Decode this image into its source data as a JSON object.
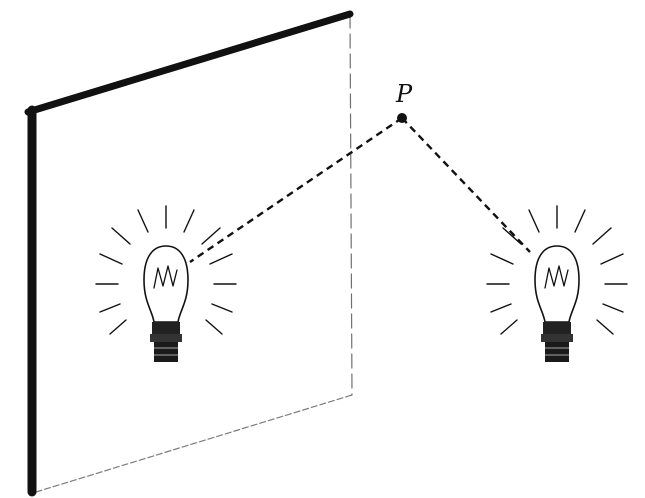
{
  "diagram": {
    "point_label": "P",
    "colors": {
      "ink": "#111111",
      "background": "#ffffff"
    },
    "elements": [
      "wall-panel",
      "bulb-left",
      "bulb-right",
      "point-p",
      "dashed-line-left",
      "dashed-line-right"
    ]
  }
}
